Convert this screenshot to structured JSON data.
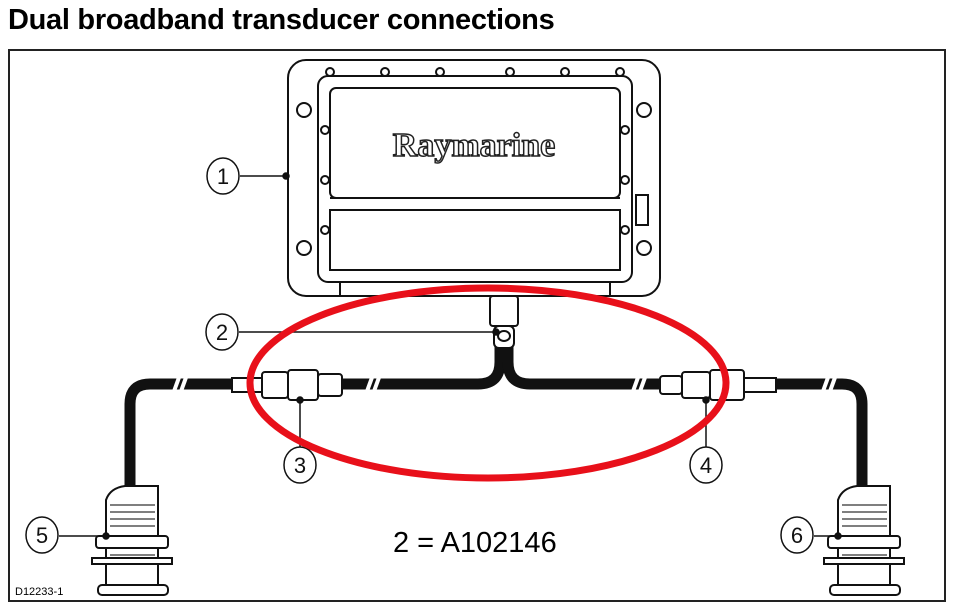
{
  "title": "Dual broadband transducer connections",
  "diagram": {
    "brand_logo": "Raymarine",
    "callouts": [
      "1",
      "2",
      "3",
      "4",
      "5",
      "6"
    ],
    "part_note": "2 = A102146",
    "figure_id": "D12233-1",
    "highlight_color": "#e8101a"
  }
}
